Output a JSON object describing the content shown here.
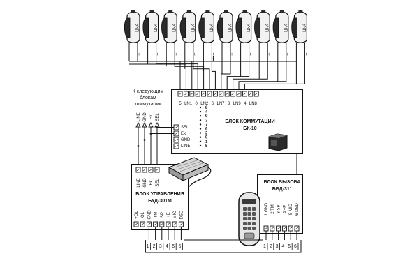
{
  "colors": {
    "line": "#111111",
    "panel": "#e9e9e9",
    "dark": "#2a2a2a",
    "background": "#ffffff"
  },
  "icons": {
    "handset": "intercom-handset-icon",
    "power_supply": "power-supply-icon",
    "call_panel": "door-call-panel-icon",
    "switch_box": "switch-box-icon"
  },
  "handsets": {
    "count": 10,
    "label": "УКП",
    "minus": "−",
    "plus": "+"
  },
  "commutation_block": {
    "title_line1": "БЛОК КОММУТАЦИИ",
    "title_line2": "БК-10",
    "top_terminals": [
      "5",
      "LN1",
      "0",
      "LN2",
      "6",
      "LN7",
      "3",
      "LN9",
      "4",
      "LN8"
    ],
    "numbers": [
      "8",
      "4",
      "9",
      "3",
      "7",
      "6",
      "2",
      "0",
      "1",
      "5"
    ],
    "left_terminals": [
      "SEL",
      "Ek",
      "GND",
      "LINE"
    ]
  },
  "next_blocks_note": {
    "lines": [
      "К следующим",
      "блокам",
      "коммутации"
    ],
    "wires": [
      "LINE",
      "GND",
      "Ek",
      "SEL"
    ]
  },
  "control_block": {
    "title_line1": "БЛОК УПРАВЛЕНИЯ",
    "title_line2": "БУД-301М",
    "top_terminals": [
      "LINE",
      "GND",
      "Ek",
      "SEL"
    ],
    "bottom_terminals": [
      "+OL",
      "OL",
      "GND",
      "TM",
      "SP",
      "+E",
      "MIC",
      "DSD"
    ]
  },
  "call_block": {
    "title_line1": "БЛОК ВЫЗОВА",
    "title_line2": "БВД-311",
    "terminals": [
      "1 GND",
      "2 TM",
      "3 SP",
      "4 +E",
      "5 MIC",
      "6 DSD"
    ]
  },
  "bus_numbers": [
    "1",
    "2",
    "3",
    "4",
    "5",
    "6"
  ]
}
